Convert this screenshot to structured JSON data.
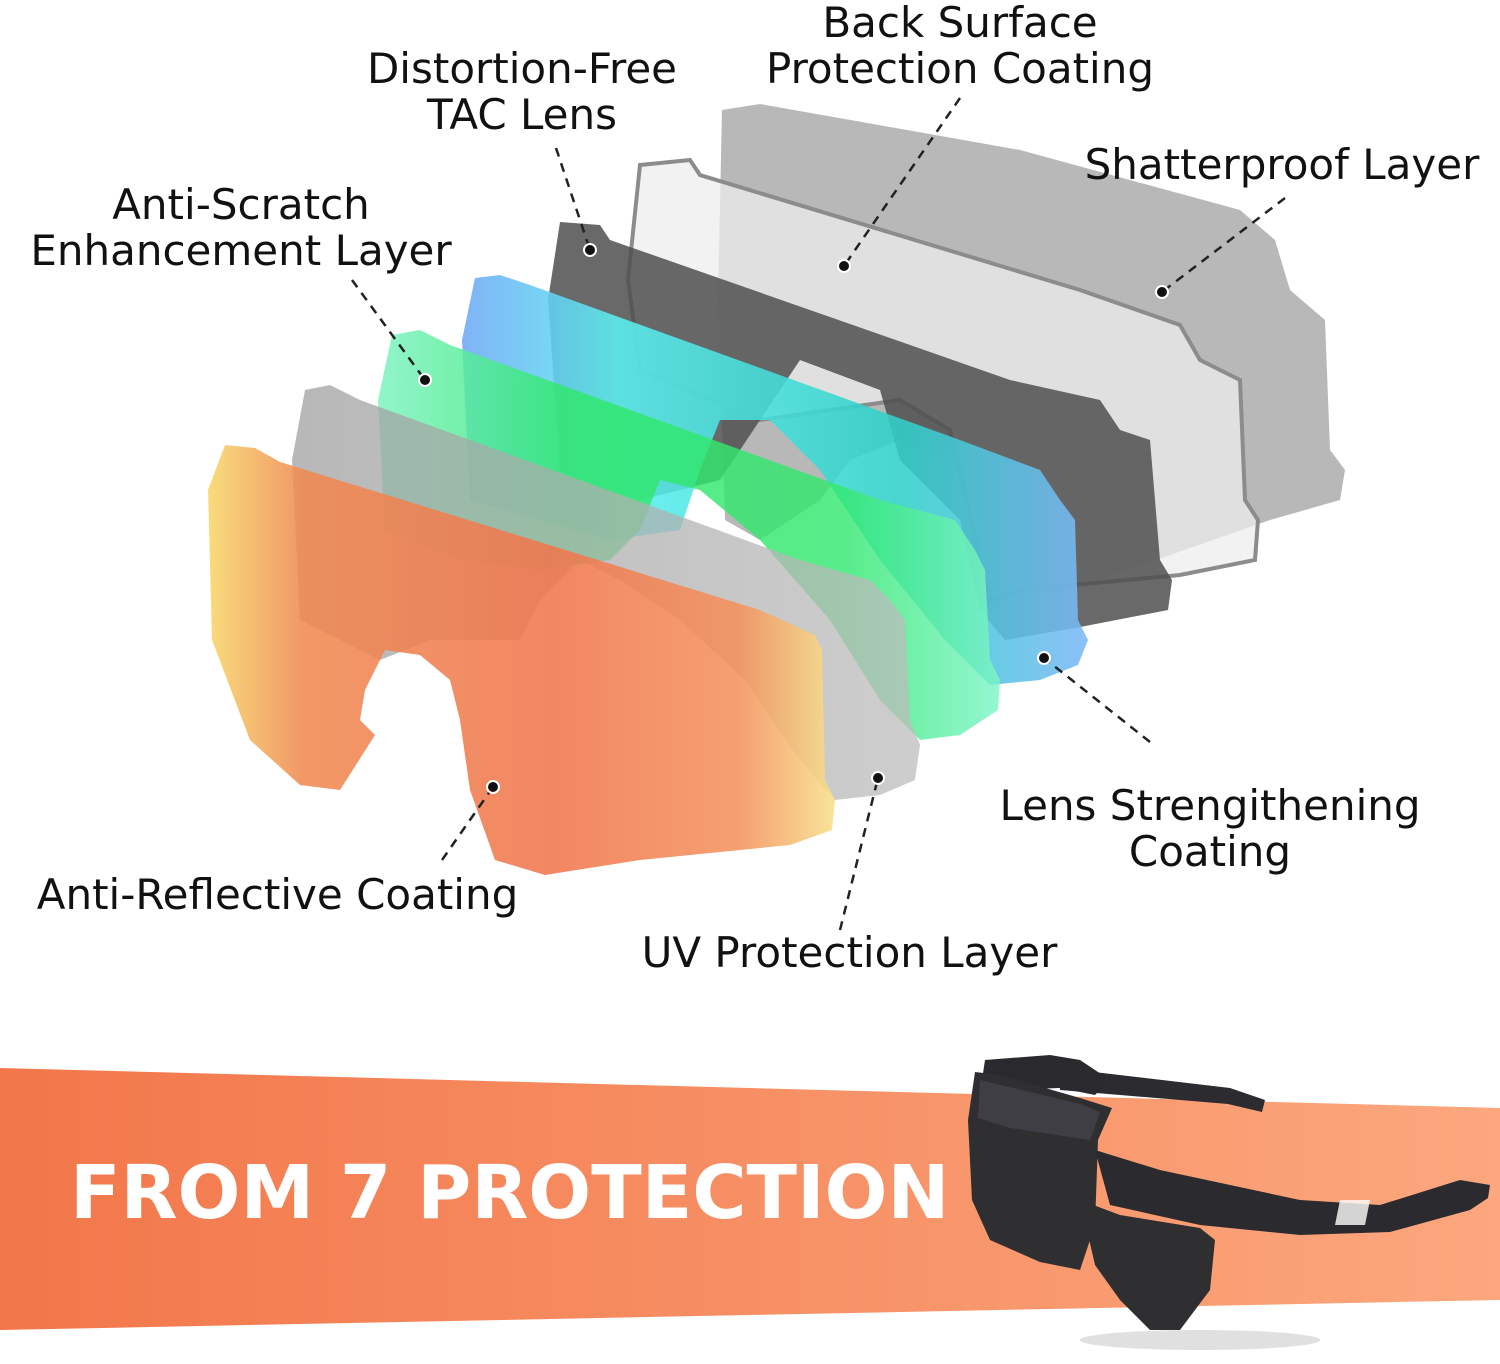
{
  "labels": {
    "back_surface": [
      "Back Surface",
      "Protection Coating"
    ],
    "distortion_free": [
      "Distortion-Free",
      "TAC Lens"
    ],
    "shatterproof": [
      "Shatterproof Layer"
    ],
    "anti_scratch": [
      "Anti-Scratch",
      "Enhancement Layer"
    ],
    "lens_strengthening": [
      "Lens Strengithening",
      "Coating"
    ],
    "anti_reflective": [
      "Anti-Reflective Coating"
    ],
    "uv_protection": [
      "UV Protection Layer"
    ]
  },
  "banner": {
    "text": "FROM 7 PROTECTION",
    "color_left": "#F2774A",
    "color_right": "#FCA77E"
  },
  "colors": {
    "label_text": "#111111",
    "leader_line": "#222222",
    "lens_shatterproof": "#9A9A9A",
    "lens_back_surface": "#E6E6E6",
    "lens_tac": "#555555",
    "lens_strengthening": "#2FD6E0",
    "lens_anti_scratch": "#35E86A",
    "lens_uv": "#A8A8A8",
    "lens_anti_reflective": "#F26B45"
  }
}
